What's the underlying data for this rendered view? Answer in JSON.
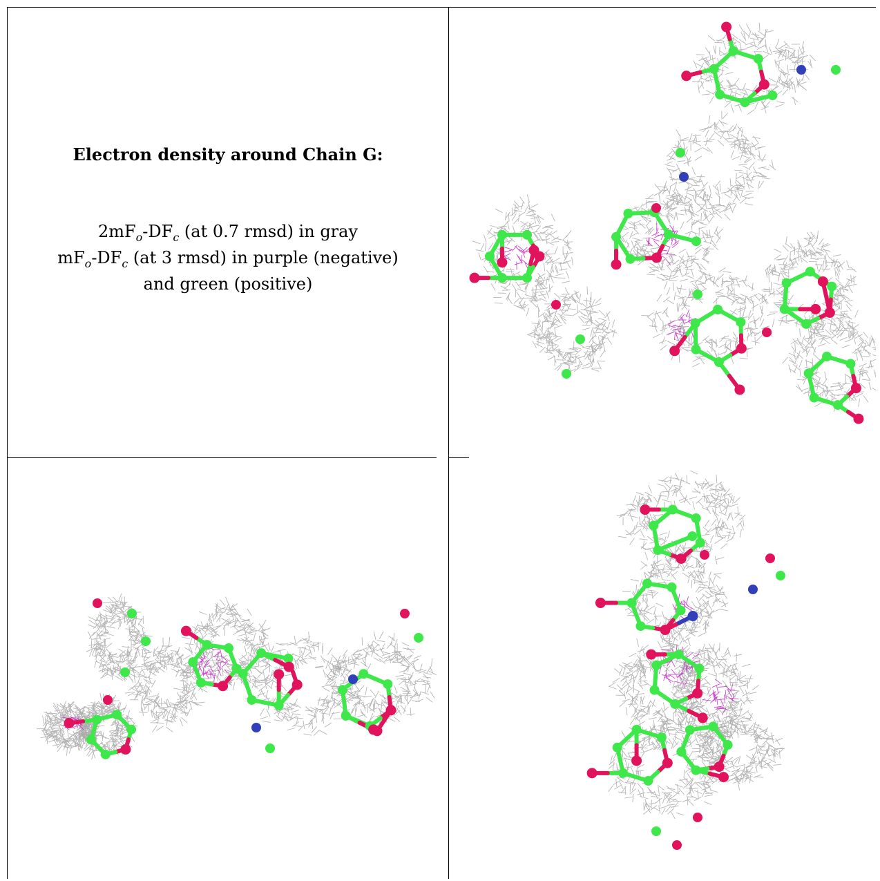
{
  "panel_legend": {
    "title": "Electron density around Chain G:",
    "line1": {
      "pre": "2mF",
      "sub1": "o",
      "mid": "-DF",
      "sub2": "c",
      "post": " (at 0.7 rmsd) in gray"
    },
    "line2": {
      "pre": "mF",
      "sub1": "o",
      "mid": "-DF",
      "sub2": "c",
      "post": " (at 3 rmsd) in purple (negative)"
    },
    "line3": {
      "text": "and green (positive)"
    }
  },
  "colors": {
    "carbon": "#3ee84a",
    "oxygen": "#e0135c",
    "nitrogen": "#3140b8",
    "mesh_gray": "#a8a8a8",
    "mesh_purple": "#c528c8",
    "border": "#000000"
  },
  "views": [
    {
      "name": "view-top-right",
      "label": ""
    },
    {
      "name": "view-bottom-left",
      "label": ""
    },
    {
      "name": "view-bottom-right",
      "label": ""
    }
  ]
}
